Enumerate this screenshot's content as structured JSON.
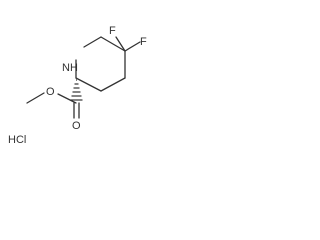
{
  "molecule": {
    "atoms": {
      "fluorine_1": "F",
      "fluorine_2": "F",
      "amine": "NH",
      "ester_carbonyl_oxygen": "O",
      "ester_ether_oxygen": "O"
    },
    "salt": "HCl"
  }
}
